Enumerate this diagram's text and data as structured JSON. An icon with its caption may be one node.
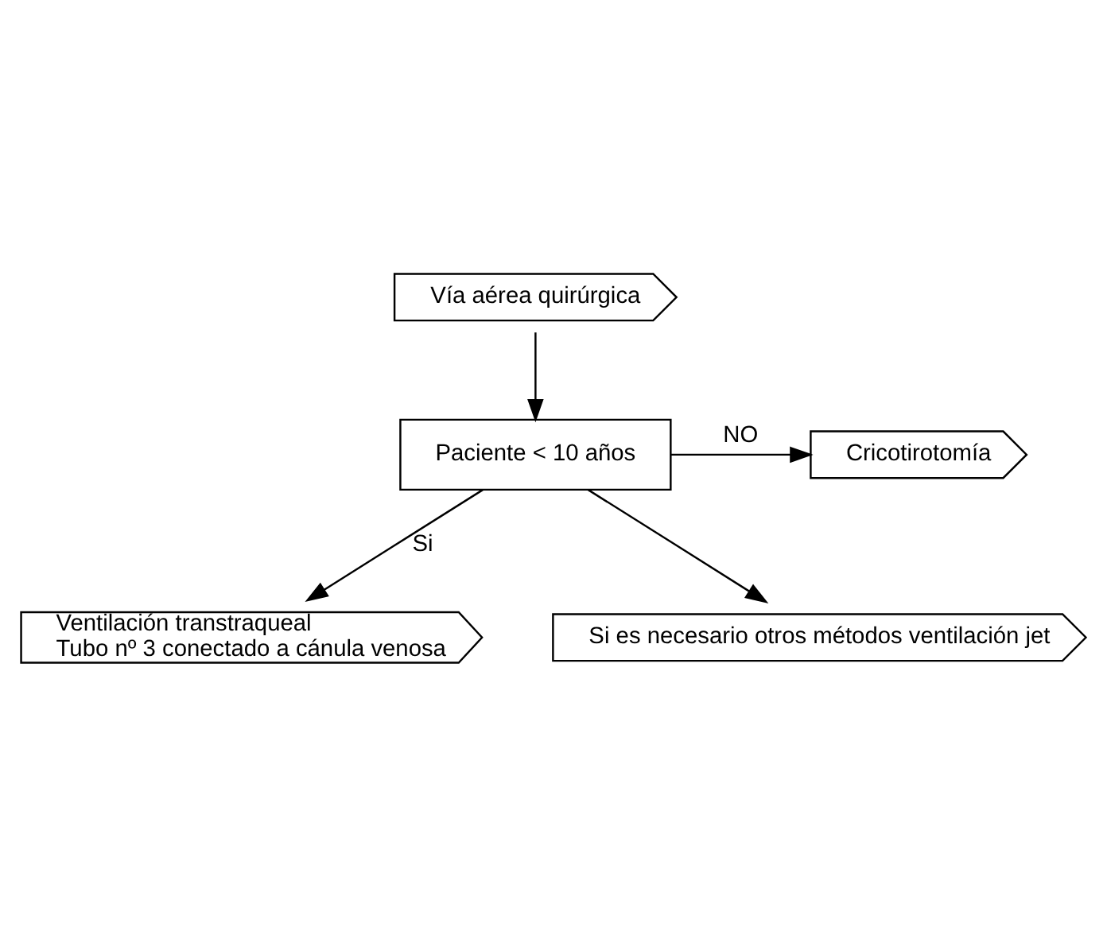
{
  "diagram": {
    "nodes": [
      {
        "text": [
          "Vía aérea quirúrgica"
        ]
      },
      {
        "text": [
          "Paciente < 10 años"
        ]
      },
      {
        "text": [
          "Cricotirotomía"
        ]
      },
      {
        "text": [
          "Ventilación transtraqueal",
          "Tubo nº 3 conectado a cánula venosa"
        ]
      },
      {
        "text": [
          "Si es necesario otros métodos ventilación jet"
        ]
      }
    ],
    "edges": [
      {
        "from": 0,
        "to": 1,
        "arrow": "to"
      },
      {
        "from": 1,
        "to": 2,
        "arrow": "to",
        "label": "NO"
      },
      {
        "from": 1,
        "to": 3,
        "arrow": "to",
        "label": "Si"
      },
      {
        "from": 1,
        "to": 4,
        "arrow": "to"
      }
    ]
  }
}
